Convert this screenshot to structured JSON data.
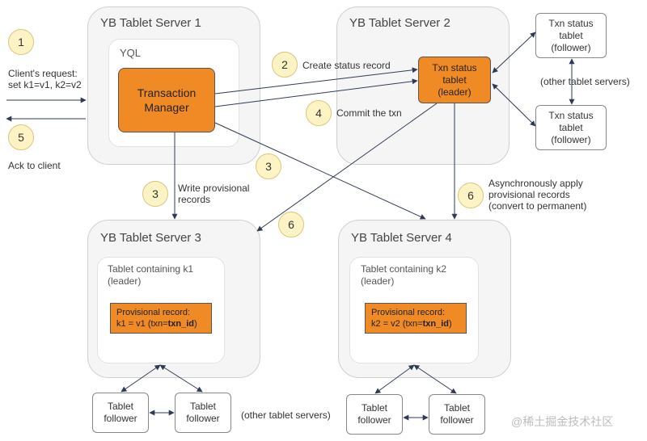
{
  "servers": {
    "s1": {
      "title": "YB Tablet Server 1",
      "inner_title": "YQL",
      "manager": "Transaction\nManager"
    },
    "s2": {
      "title": "YB Tablet Server 2",
      "txn_leader": "Txn status\ntablet\n(leader)"
    },
    "s3": {
      "title": "YB Tablet Server 3",
      "tablet": "Tablet containing k1\n(leader)",
      "record_line1": "Provisional record:",
      "record_line2_prefix": "k1 = v1 (txn=",
      "record_txn": "txn_id",
      "record_suffix": ")"
    },
    "s4": {
      "title": "YB Tablet Server 4",
      "tablet": "Tablet containing k2\n(leader)",
      "record_line1": "Provisional record:",
      "record_line2_prefix": "k2 = v2 (txn=",
      "record_txn": "txn_id",
      "record_suffix": ")"
    }
  },
  "followers": {
    "txn_top": "Txn status\ntablet\n(follower)",
    "txn_bottom": "Txn status\ntablet\n(follower)",
    "s3_left": "Tablet\nfollower",
    "s3_right": "Tablet\nfollower",
    "s4_left": "Tablet\nfollower",
    "s4_right": "Tablet\nfollower"
  },
  "labels": {
    "other_servers_right": "(other tablet servers)",
    "other_servers_bottom": "(other tablet servers)",
    "client_request": "Client's request:\nset k1=v1, k2=v2",
    "ack": "Ack to client",
    "create_status": "Create status record",
    "commit": "Commit the txn",
    "write_provisional": "Write provisional\nrecords",
    "async_apply": "Asynchronously apply\nprovisional records\n(convert to permanent)"
  },
  "steps": {
    "s1": "1",
    "s2": "2",
    "s3a": "3",
    "s3b": "3",
    "s4": "4",
    "s5": "5",
    "s6a": "6",
    "s6b": "6"
  },
  "watermark": "@稀土掘金技术社区"
}
